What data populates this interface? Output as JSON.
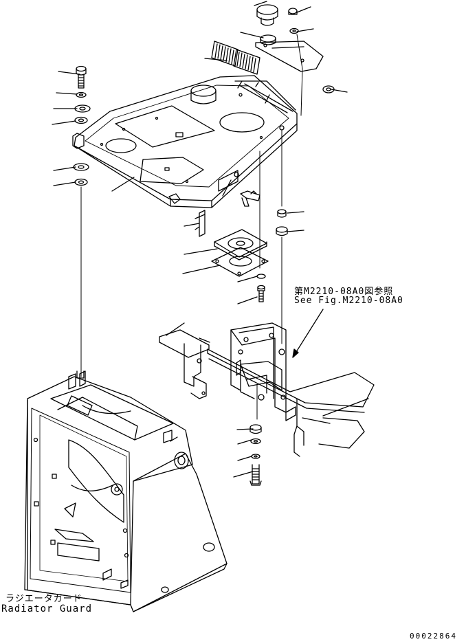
{
  "reference": {
    "japanese": "第M2210-08A0図参照",
    "english": "See Fig.M2210-08A0"
  },
  "caption": {
    "japanese": "ラジエータガード",
    "english": "Radiator Guard"
  },
  "document_number": "00022864",
  "colors": {
    "line": "#000000",
    "background": "#ffffff"
  }
}
